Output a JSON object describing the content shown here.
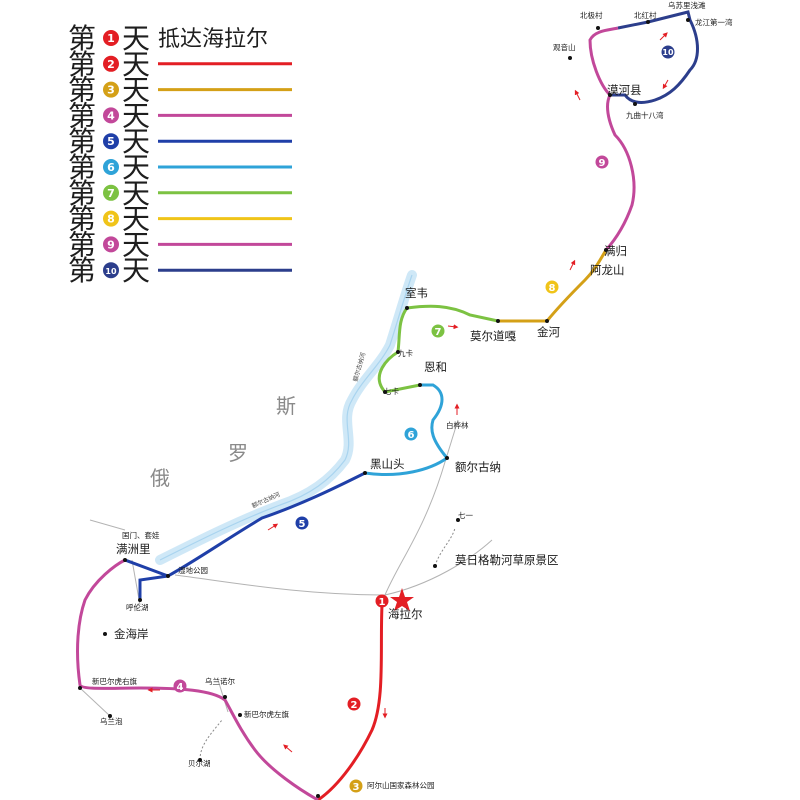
{
  "legend": {
    "day_prefix": "第",
    "day_suffix": "天",
    "day1_text": "抵达海拉尔",
    "days": [
      {
        "num": "1",
        "color": "#e31e24"
      },
      {
        "num": "2",
        "color": "#e31e24"
      },
      {
        "num": "3",
        "color": "#d4a017"
      },
      {
        "num": "4",
        "color": "#c2489a"
      },
      {
        "num": "5",
        "color": "#1f3fa8"
      },
      {
        "num": "6",
        "color": "#2fa3d8"
      },
      {
        "num": "7",
        "color": "#7cc242"
      },
      {
        "num": "8",
        "color": "#f0c419"
      },
      {
        "num": "9",
        "color": "#c2489a"
      },
      {
        "num": "10",
        "color": "#2c3e8c"
      }
    ]
  },
  "country": {
    "c1": "俄",
    "c2": "罗",
    "c3": "斯"
  },
  "rivers": {
    "upper": "额尔古纳河",
    "lower": "额尔古纳河"
  },
  "places": {
    "wusuli": "乌苏里浅滩",
    "beiji": "北极村",
    "beihong": "北红村",
    "longjiang": "龙江第一湾",
    "guanyin": "观音山",
    "mohe": "漠河县",
    "jiuqu": "九曲十八湾",
    "mangui": "满归",
    "alongshan": "阿龙山",
    "jinhe": "金河",
    "moer": "莫尔道嘎",
    "shiwei": "室韦",
    "jiuka": "九卡",
    "qika": "七卡",
    "enhe": "恩和",
    "baishan": "白桦林",
    "heishantou": "黑山头",
    "erguna": "额尔古纳",
    "qiyi": "七一",
    "morigele": "莫日格勒河草原景区",
    "hailaer": "海拉尔",
    "guomen": "国门、套娃",
    "manzhouli": "满洲里",
    "shidi": "湿地公园",
    "hulunhu": "呼伦湖",
    "jinhaian": "金海岸",
    "xinbaerhu_you": "新巴尔虎右旗",
    "wulan": "乌兰诺尔",
    "xinbaerhu_zuo": "新巴尔虎左旗",
    "wulanpaozi": "乌兰泡",
    "aershan": "贝尔湖",
    "wuerxun": "阿尔山国家森林公园"
  }
}
